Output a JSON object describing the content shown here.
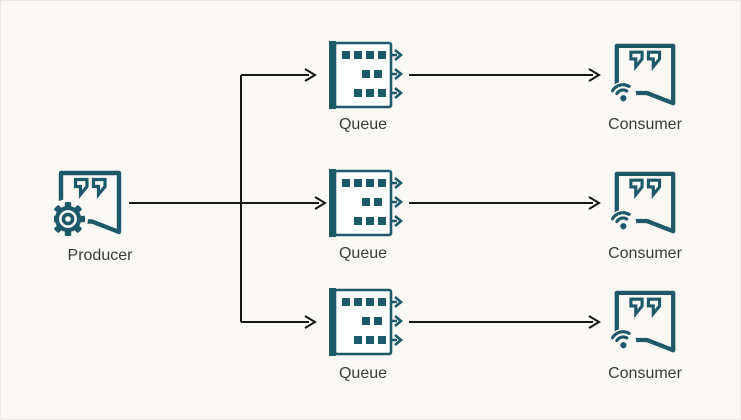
{
  "diagram": {
    "type": "message-queue-fanout",
    "producer": {
      "label": "Producer",
      "icon": "chat-bubble-gear-icon"
    },
    "queues": [
      {
        "label": "Queue",
        "icon": "message-queue-icon"
      },
      {
        "label": "Queue",
        "icon": "message-queue-icon"
      },
      {
        "label": "Queue",
        "icon": "message-queue-icon"
      }
    ],
    "consumers": [
      {
        "label": "Consumer",
        "icon": "chat-bubble-wifi-icon"
      },
      {
        "label": "Consumer",
        "icon": "chat-bubble-wifi-icon"
      },
      {
        "label": "Consumer",
        "icon": "chat-bubble-wifi-icon"
      }
    ],
    "edges": [
      {
        "from": "producer",
        "to": "queue-1"
      },
      {
        "from": "producer",
        "to": "queue-2"
      },
      {
        "from": "producer",
        "to": "queue-3"
      },
      {
        "from": "queue-1",
        "to": "consumer-1"
      },
      {
        "from": "queue-2",
        "to": "consumer-2"
      },
      {
        "from": "queue-3",
        "to": "consumer-3"
      }
    ],
    "colors": {
      "icon_teal": "#1c5a6a",
      "connector_black": "#161616",
      "label_gray": "#3b3b3b",
      "background": "#faf8f5"
    }
  }
}
